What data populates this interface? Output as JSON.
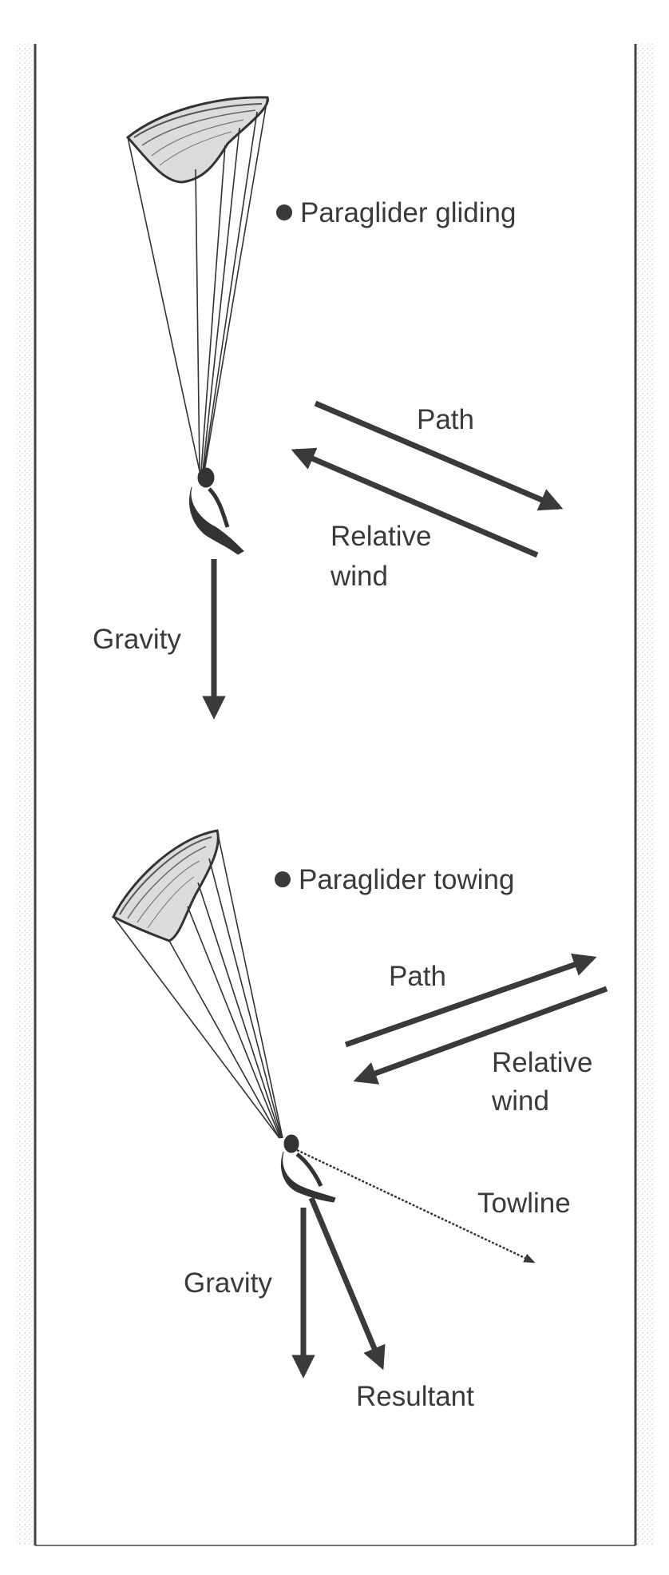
{
  "colors": {
    "ink": "#3a3a3a",
    "frame": "#444444",
    "speckle_border": "#b9b9b9",
    "canopy_fill": "#dcdcdc",
    "background": "#ffffff"
  },
  "gliding": {
    "title": "Paraglider gliding",
    "path_label": "Path",
    "relative_wind_label_line1": "Relative",
    "relative_wind_label_line2": "wind",
    "gravity_label": "Gravity"
  },
  "towing": {
    "title": "Paraglider towing",
    "path_label": "Path",
    "relative_wind_label_line1": "Relative",
    "relative_wind_label_line2": "wind",
    "towline_label": "Towline",
    "gravity_label": "Gravity",
    "resultant_label": "Resultant"
  },
  "icons": {
    "canopy": "paraglider-canopy-icon",
    "pilot": "pilot-figure-icon",
    "bullet": "bullet-dot-icon"
  }
}
